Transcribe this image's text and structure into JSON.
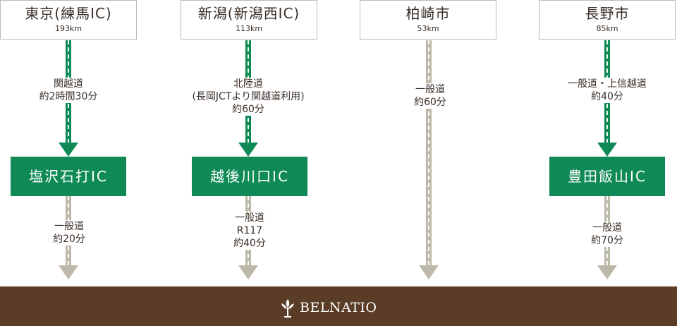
{
  "colors": {
    "green": "#0f8a56",
    "gray": "#bdb8a8",
    "brown": "#5b3d27"
  },
  "origins": [
    {
      "name": "東京(練馬IC)",
      "distance": "193km"
    },
    {
      "name": "新潟(新潟西IC)",
      "distance": "113km"
    },
    {
      "name": "柏崎市",
      "distance": "53km"
    },
    {
      "name": "長野市",
      "distance": "85km"
    }
  ],
  "routes": {
    "tokyo_upper": [
      "関越道",
      "約2時間30分"
    ],
    "niigata_upper": [
      "北陸道",
      "(長岡JCTより関越道利用)",
      "約60分"
    ],
    "kashiwazaki": [
      "一般道",
      "約60分"
    ],
    "nagano_upper": [
      "一般道・上信越道",
      "約40分"
    ],
    "tokyo_lower": [
      "一般道",
      "約20分"
    ],
    "niigata_lower": [
      "一般道",
      "R117",
      "約40分"
    ],
    "nagano_lower": [
      "一般道",
      "約70分"
    ]
  },
  "interchanges": [
    "塩沢石打IC",
    "越後川口IC",
    "豊田飯山IC"
  ],
  "icons": {
    "brand_logo": "leaf-emblem-icon",
    "arrow": "arrow-down-icon"
  },
  "footer": {
    "brand": "BELNATIO"
  }
}
